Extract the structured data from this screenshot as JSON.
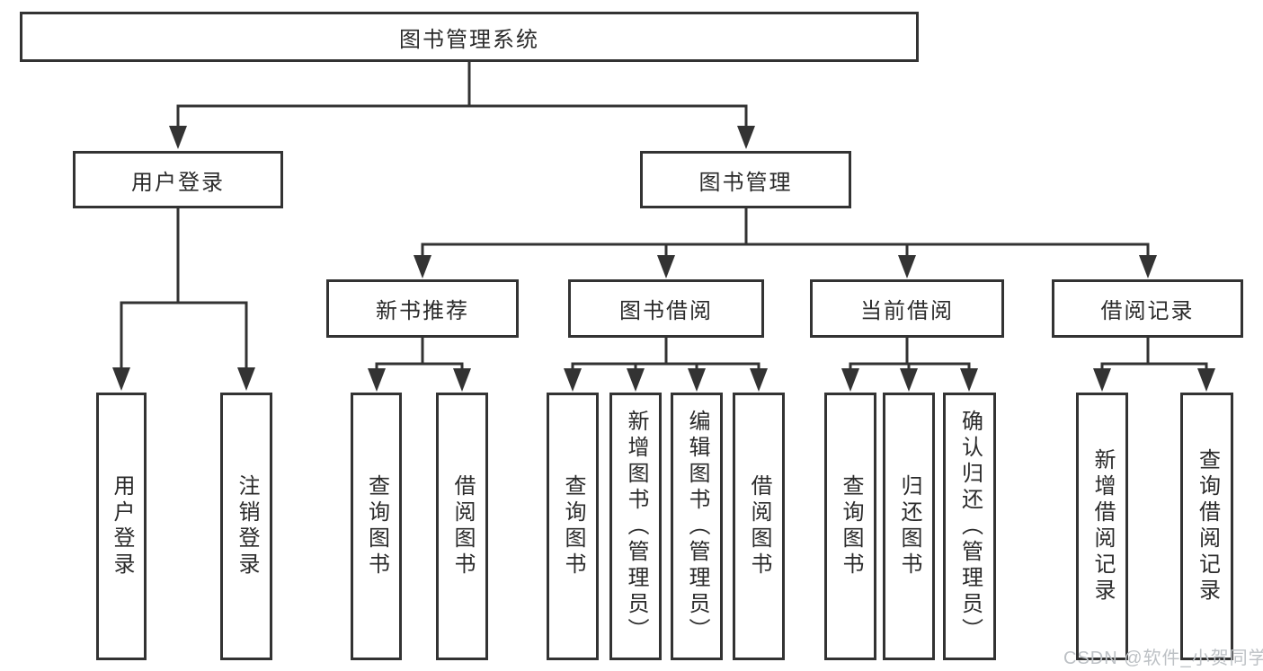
{
  "diagram": {
    "root": {
      "label": "图书管理系统"
    },
    "level2": [
      {
        "id": "user-login",
        "label": "用户登录"
      },
      {
        "id": "book-management",
        "label": "图书管理"
      }
    ],
    "level3": [
      {
        "id": "new-book-recommend",
        "label": "新书推荐"
      },
      {
        "id": "book-borrow",
        "label": "图书借阅"
      },
      {
        "id": "current-borrow",
        "label": "当前借阅"
      },
      {
        "id": "borrow-records",
        "label": "借阅记录"
      }
    ],
    "leaves": {
      "user_login": [
        {
          "label": "用户登录"
        },
        {
          "label": "注销登录"
        }
      ],
      "new_book": [
        {
          "label": "查询图书"
        },
        {
          "label": "借阅图书"
        }
      ],
      "book_borrow": [
        {
          "label": "查询图书"
        },
        {
          "label": "新增图书（管理员）"
        },
        {
          "label": "编辑图书（管理员）"
        },
        {
          "label": "借阅图书"
        }
      ],
      "current_borrow": [
        {
          "label": "查询图书"
        },
        {
          "label": "归还图书"
        },
        {
          "label": "确认归还（管理员）"
        }
      ],
      "borrow_records": [
        {
          "label": "新增借阅记录"
        },
        {
          "label": "查询借阅记录"
        }
      ]
    }
  },
  "watermark": {
    "text": "CSDN @软件_小贺同学"
  },
  "colors": {
    "line": "#333333",
    "text": "#2b2b2b",
    "background": "#ffffff",
    "watermark": "#bdc1c5"
  }
}
